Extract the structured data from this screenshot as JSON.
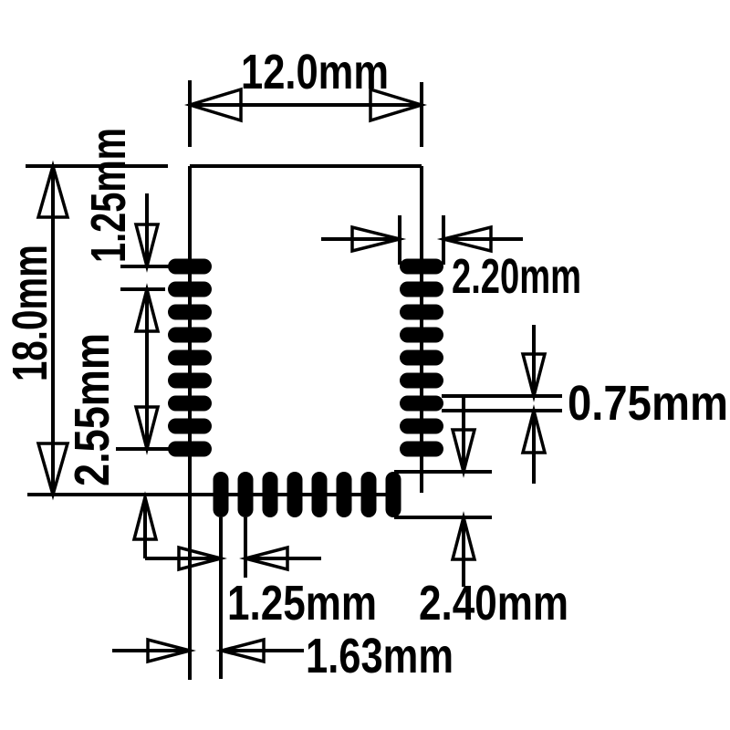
{
  "diagram": {
    "type": "mechanical-dimension-drawing",
    "subject": "module-footprint-land-pattern",
    "units": "mm",
    "colors": {
      "ink": "#000000",
      "background": "#ffffff"
    },
    "labels": {
      "module_width": "12.0mm",
      "module_height": "18.0mm",
      "side_pad_pitch": "1.25mm",
      "side_pad_bottom_offset": "2.55mm",
      "side_pad_width": "2.20mm",
      "side_pad_height": "0.75mm",
      "bottom_pad_pitch": "1.25mm",
      "bottom_pad_height": "2.40mm",
      "bottom_pad_corner_offset": "1.63mm"
    },
    "pads": {
      "left_column_count": 9,
      "right_column_count": 9,
      "bottom_row_count": 8
    }
  }
}
